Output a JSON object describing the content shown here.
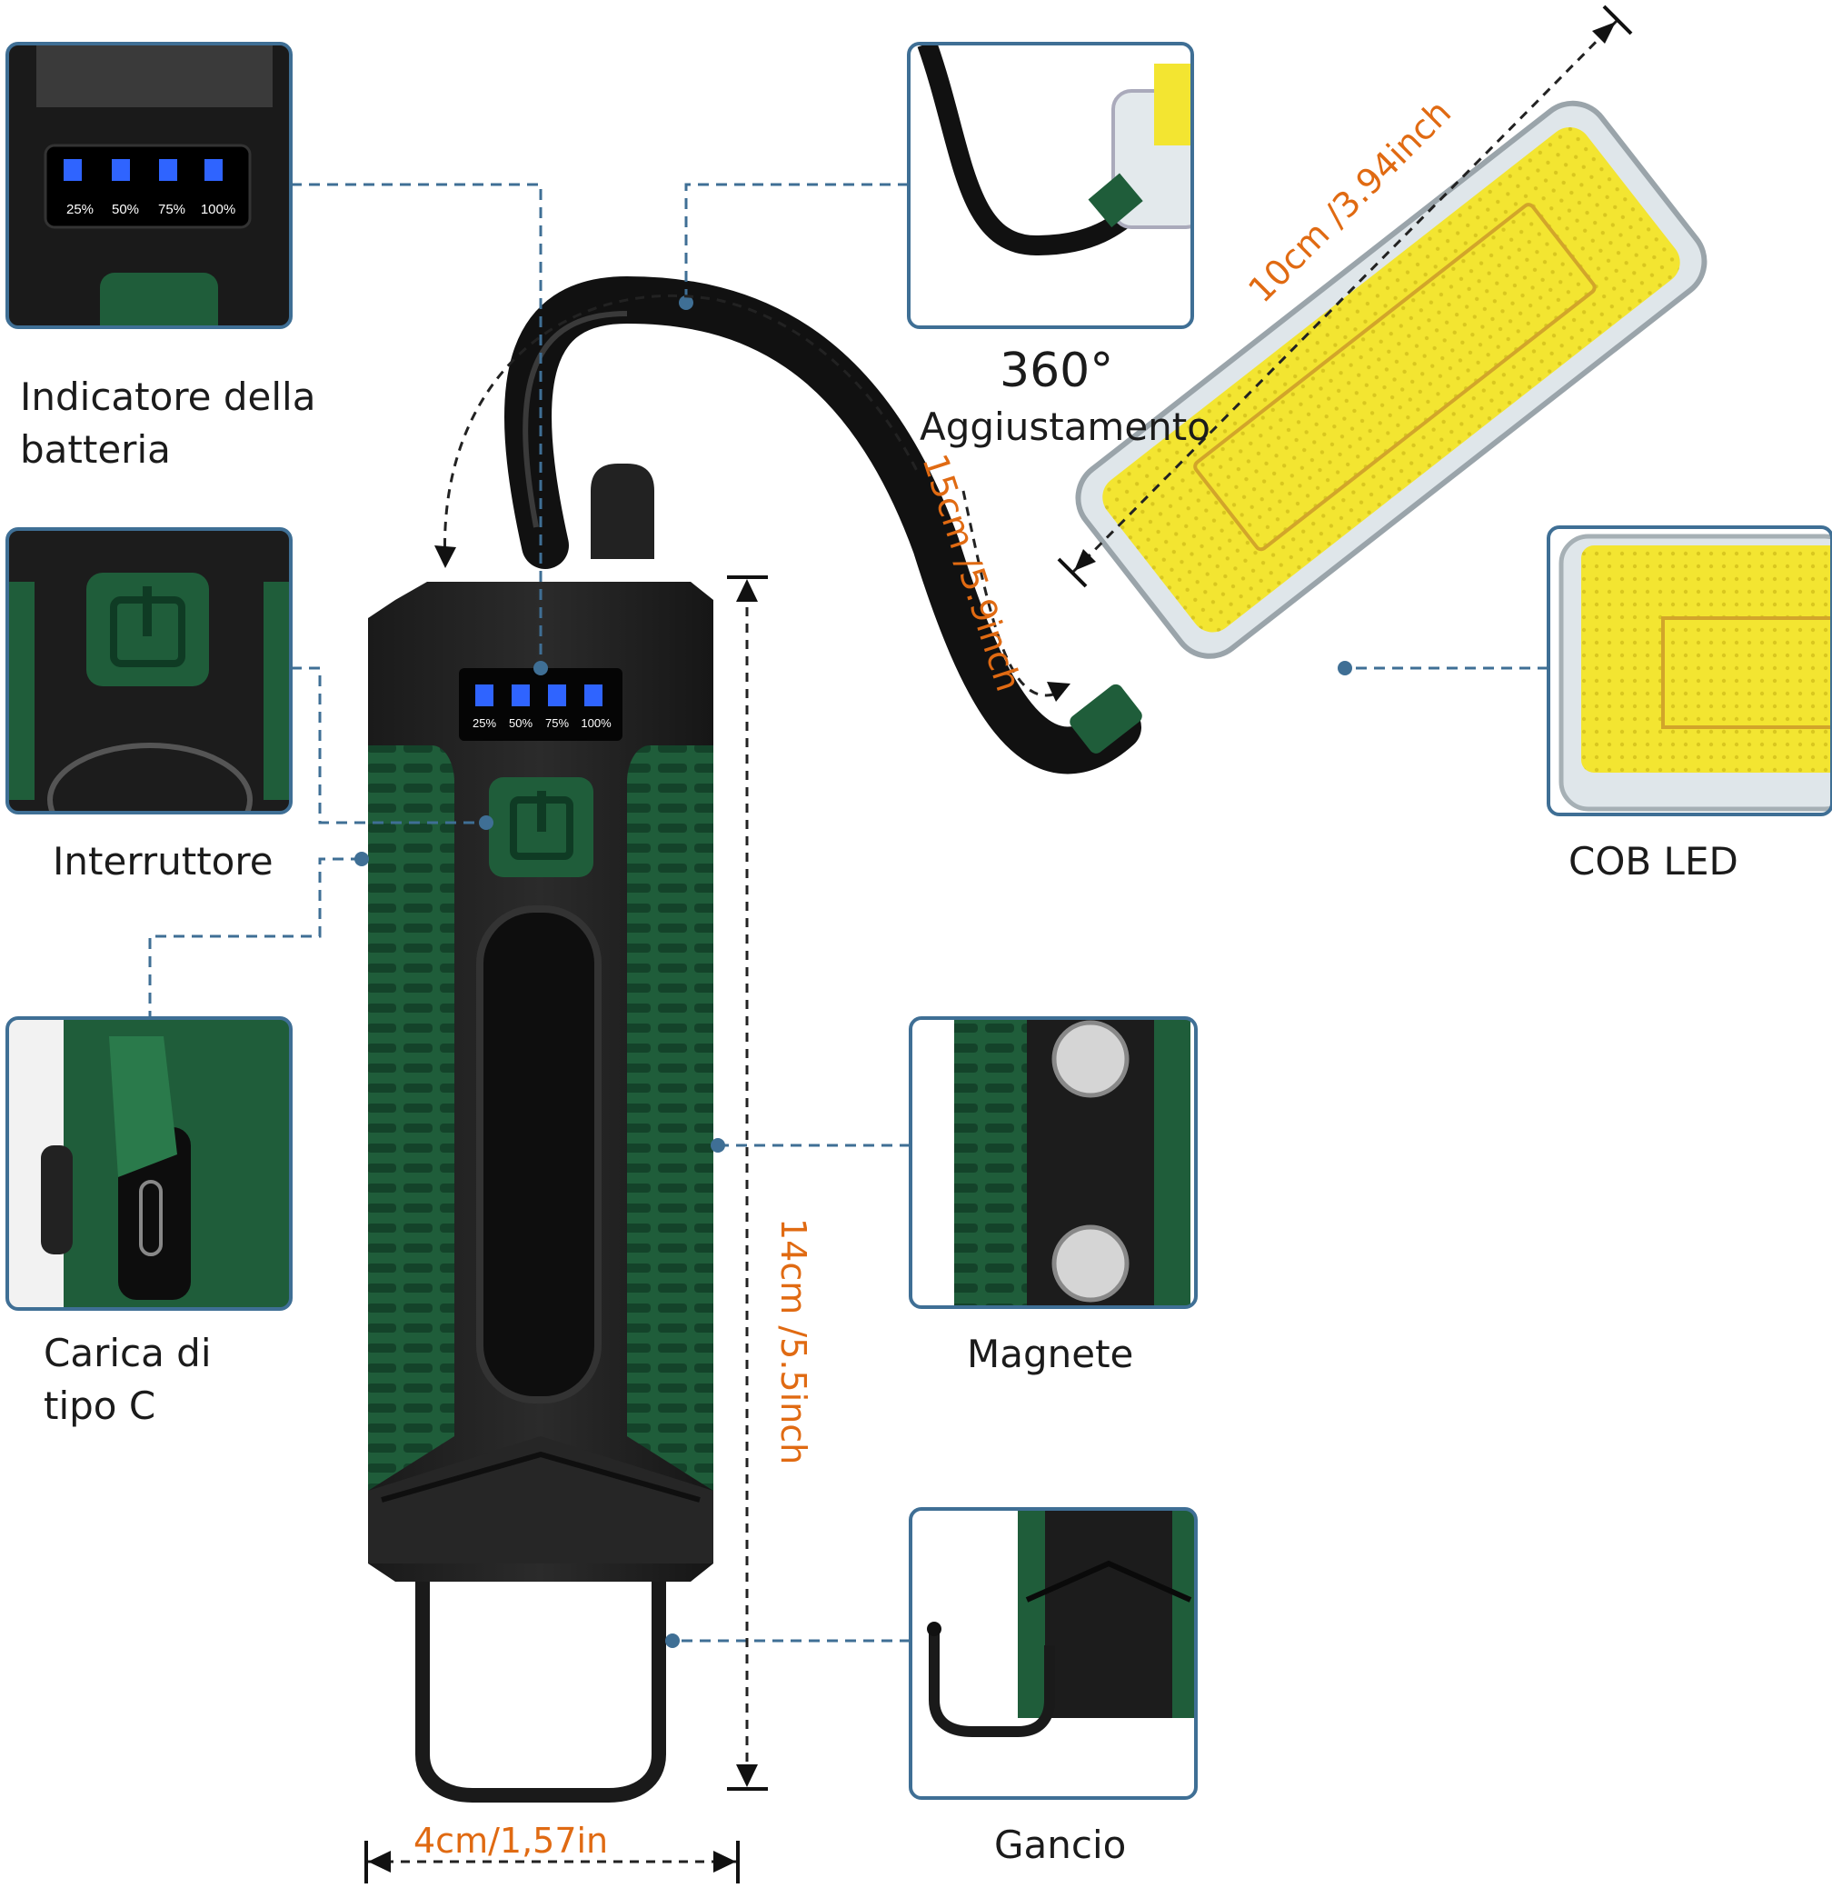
{
  "labels": {
    "battery_indicator": "Indicatore della batteria",
    "switch": "Interruttore",
    "type_c": "Carica di tipo C",
    "adjust_degrees": "360°",
    "adjust_text": "Aggiustamento",
    "cob_led": "COB LED",
    "magnet": "Magnete",
    "hook": "Gancio"
  },
  "battery_levels": [
    "25%",
    "50%",
    "75%",
    "100%"
  ],
  "dimensions": {
    "lamp_length": "10cm /3.94inch",
    "hose_length": "15cm /5.9inch",
    "body_height": "14cm /5.5inch",
    "body_width": "4cm/1,57in"
  },
  "colors": {
    "accent_green": "#1f5d3a",
    "cob_yellow": "#f3e531",
    "dimension_orange": "#e06a12",
    "leader_blue": "#3f6f95",
    "led_blue": "#2f64ff"
  }
}
